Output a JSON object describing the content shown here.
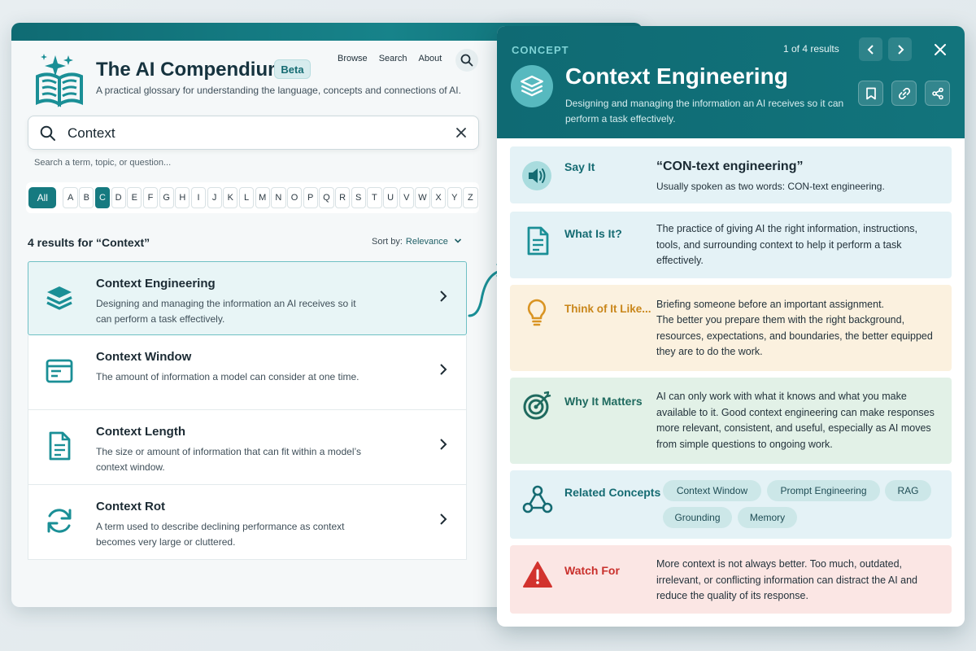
{
  "app": {
    "title": "The AI Compendium",
    "badge": "Beta",
    "subtitle": "A practical glossary for understanding the language, concepts and connections of AI."
  },
  "nav": {
    "browse": "Browse",
    "search": "Search",
    "about": "About"
  },
  "search": {
    "value": "Context",
    "hint": "Search a term, topic, or question..."
  },
  "alphabet": {
    "all_label": "All",
    "active": "C",
    "letters": [
      "A",
      "B",
      "C",
      "D",
      "E",
      "F",
      "G",
      "H",
      "I",
      "J",
      "K",
      "L",
      "M",
      "N",
      "O",
      "P",
      "Q",
      "R",
      "S",
      "T",
      "U",
      "V",
      "W",
      "X",
      "Y",
      "Z"
    ]
  },
  "results": {
    "count_label": "4 results for “Context”",
    "sort_label": "Sort by:",
    "sort_value": "Relevance",
    "items": [
      {
        "title": "Context Engineering",
        "desc": "Designing and managing the information an AI receives so it can perform a task effectively.",
        "icon": "layers-icon"
      },
      {
        "title": "Context Window",
        "desc": "The amount of information a model can consider at one time.",
        "icon": "window-icon"
      },
      {
        "title": "Context Length",
        "desc": "The size or amount of information that can fit within a model’s context window.",
        "icon": "document-icon"
      },
      {
        "title": "Context Rot",
        "desc": "A term used to describe declining performance as context becomes very large or cluttered.",
        "icon": "refresh-icon"
      }
    ]
  },
  "detail": {
    "tag": "CONCEPT",
    "nav_count": "1 of 4 results",
    "title": "Context Engineering",
    "desc": "Designing and managing the information an AI receives so it can perform a task effectively.",
    "say_it": {
      "label": "Say It",
      "pronunciation": "“CON-text engineering”",
      "note": "Usually spoken as two words: CON-text engineering."
    },
    "what_is_it": {
      "label": "What Is It?",
      "text": "The practice of giving AI the right information, instructions, tools, and surrounding context to help it perform a task effectively."
    },
    "think_of_it": {
      "label": "Think of It Like...",
      "line1": "Briefing someone before an important assignment.",
      "line2": "The better you prepare them with the right background, resources, expectations, and boundaries, the better equipped they are to do the work."
    },
    "why_it_matters": {
      "label": "Why It Matters",
      "text": "AI can only work with what it knows and what you make available to it. Good context engineering can make responses more relevant, consistent, and useful, especially as AI moves from simple questions to ongoing work."
    },
    "related": {
      "label": "Related Concepts",
      "items": [
        "Context Window",
        "Prompt Engineering",
        "RAG",
        "Grounding",
        "Memory"
      ]
    },
    "watch_for": {
      "label": "Watch For",
      "text": "More context is not always better. Too much, outdated, irrelevant, or conflicting information can distract the AI and reduce the quality of its response."
    }
  },
  "colors": {
    "brand": "#167a80",
    "header": "#0f6a73",
    "think_label": "#c9861a",
    "watch_label": "#c9302c",
    "why_label": "#1f6a5f"
  }
}
